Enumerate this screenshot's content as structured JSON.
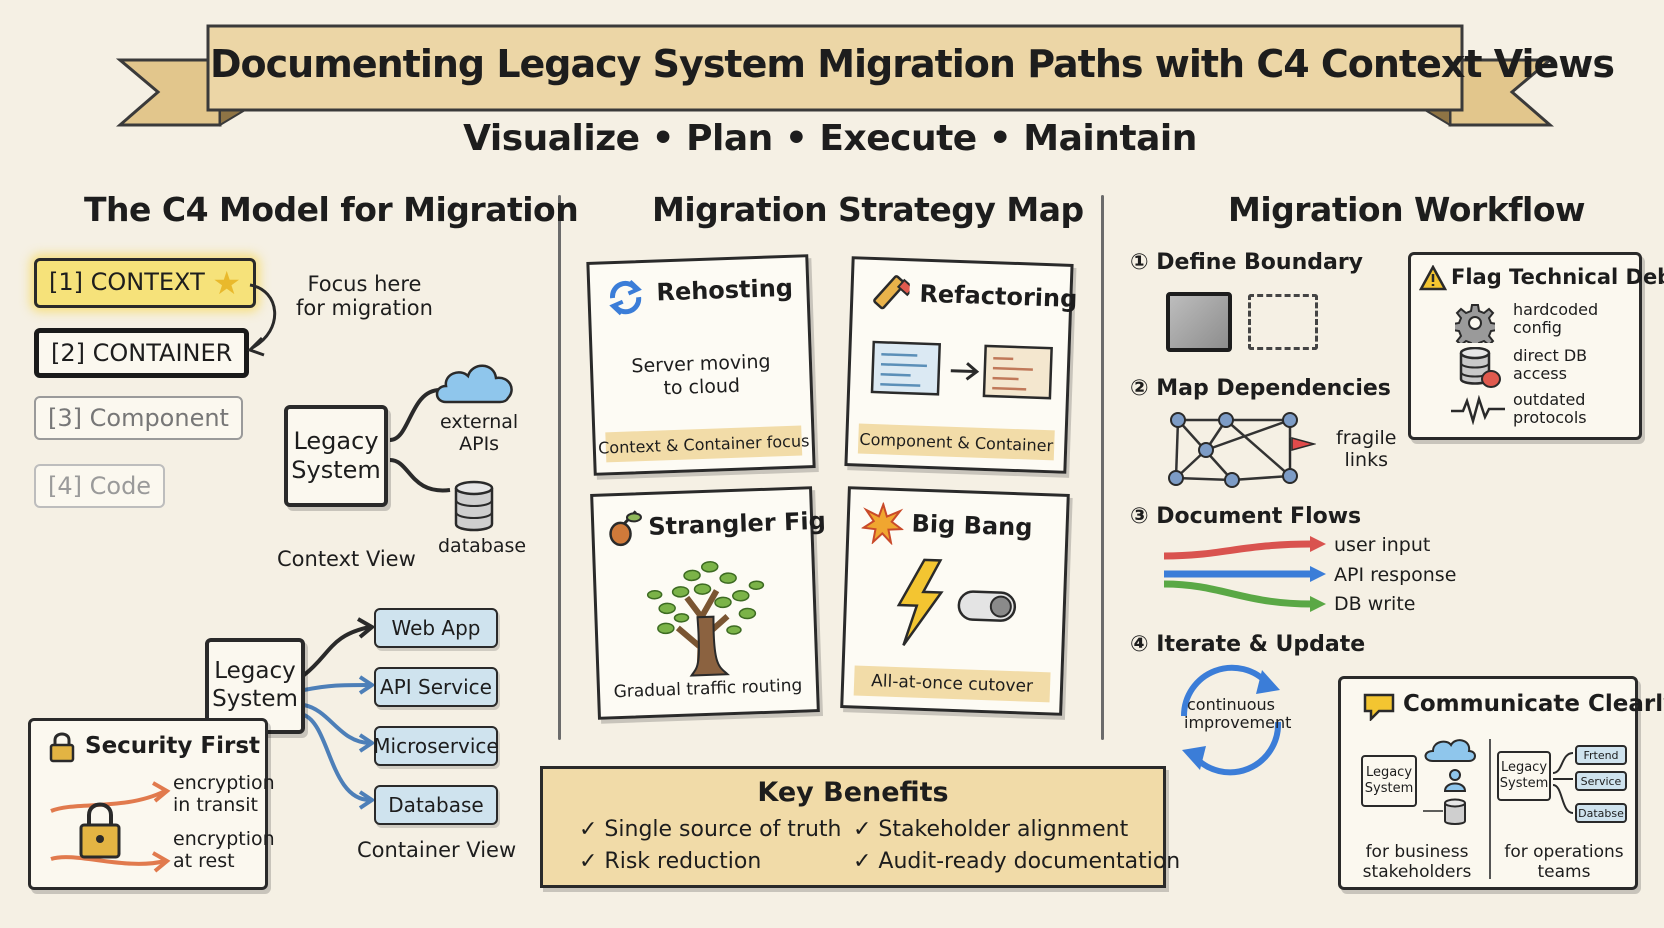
{
  "title": "Documenting Legacy System Migration Paths with C4 Context Views",
  "subtitle": "Visualize • Plan • Execute • Maintain",
  "left": {
    "heading": "The C4 Model for Migration",
    "levels": [
      "[1] CONTEXT",
      "[2] CONTAINER",
      "[3] Component",
      "[4] Code"
    ],
    "focus_note_1": "Focus here",
    "focus_note_2": "for migration",
    "context_view": {
      "system_line1": "Legacy",
      "system_line2": "System",
      "external_1": "external",
      "external_2": "APIs",
      "database": "database",
      "caption": "Context View"
    },
    "container_view": {
      "system_line1": "Legacy",
      "system_line2": "System",
      "containers": [
        "Web App",
        "API Service",
        "Microservice",
        "Database"
      ],
      "caption": "Container View"
    },
    "security": {
      "title": "Security First",
      "item1_l1": "encryption",
      "item1_l2": "in transit",
      "item2_l1": "encryption",
      "item2_l2": "at rest"
    }
  },
  "middle": {
    "heading": "Migration Strategy Map",
    "rehosting": {
      "title": "Rehosting",
      "body_l1": "Server moving",
      "body_l2": "to cloud",
      "footer": "Context & Container focus"
    },
    "refactoring": {
      "title": "Refactoring",
      "footer": "Component & Container"
    },
    "strangler": {
      "title": "Strangler Fig",
      "footer": "Gradual traffic routing"
    },
    "bigbang": {
      "title": "Big Bang",
      "footer": "All-at-once cutover"
    },
    "benefits": {
      "title": "Key Benefits",
      "items": [
        "✓ Single source of truth",
        "✓ Stakeholder alignment",
        "✓ Risk reduction",
        "✓ Audit-ready documentation"
      ]
    }
  },
  "right": {
    "heading": "Migration Workflow",
    "steps": [
      "① Define Boundary",
      "② Map Dependencies",
      "③ Document Flows",
      "④ Iterate & Update"
    ],
    "fragile_1": "fragile",
    "fragile_2": "links",
    "flows": [
      {
        "label": "user input",
        "color": "#d9534f"
      },
      {
        "label": "API response",
        "color": "#3b7dd8"
      },
      {
        "label": "DB write",
        "color": "#5aa845"
      }
    ],
    "cycle_1": "continuous",
    "cycle_2": "improvement",
    "debt": {
      "title": "Flag Technical Debt",
      "i1_l1": "hardcoded",
      "i1_l2": "config",
      "i2_l1": "direct DB",
      "i2_l2": "access",
      "i3_l1": "outdated",
      "i3_l2": "protocols"
    },
    "communicate": {
      "title": "Communicate Clearly",
      "sys_l1": "Legacy",
      "sys_l2": "System",
      "mini_containers": [
        "Frtend",
        "Service",
        "Databse"
      ],
      "caption_left_1": "for business",
      "caption_left_2": "stakeholders",
      "caption_right_1": "for operations",
      "caption_right_2": "teams"
    }
  },
  "colors": {
    "paper": "#f5f0e4",
    "banner": "#ecd6a6",
    "highlight": "#f6e27a",
    "container_blue": "#cfe3ee",
    "footer_tan": "#f2dca8"
  }
}
